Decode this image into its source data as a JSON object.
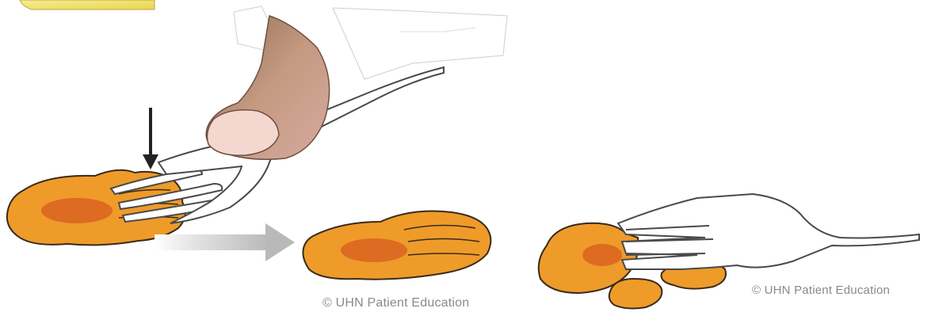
{
  "image": {
    "scenes": [
      {
        "name": "fork-pressing-food",
        "credit": "© UHN Patient Education"
      },
      {
        "name": "food-breaks-apart-with-fork",
        "credit": "© UHN Patient Education"
      }
    ],
    "colors": {
      "food_fill": "#EE9B2A",
      "food_center": "#DD6B22",
      "food_outline": "#3a2a1a",
      "fork_fill": "#ffffff",
      "fork_outline": "#4a4a4a",
      "skin": "#B98A70",
      "nail": "#F4D8D0",
      "arrow_down": "#222222",
      "arrow_right": "#BDBDBD",
      "yellow_tab": "#F2E36B"
    },
    "icons": [
      "down-arrow-icon",
      "right-arrow-icon"
    ]
  }
}
